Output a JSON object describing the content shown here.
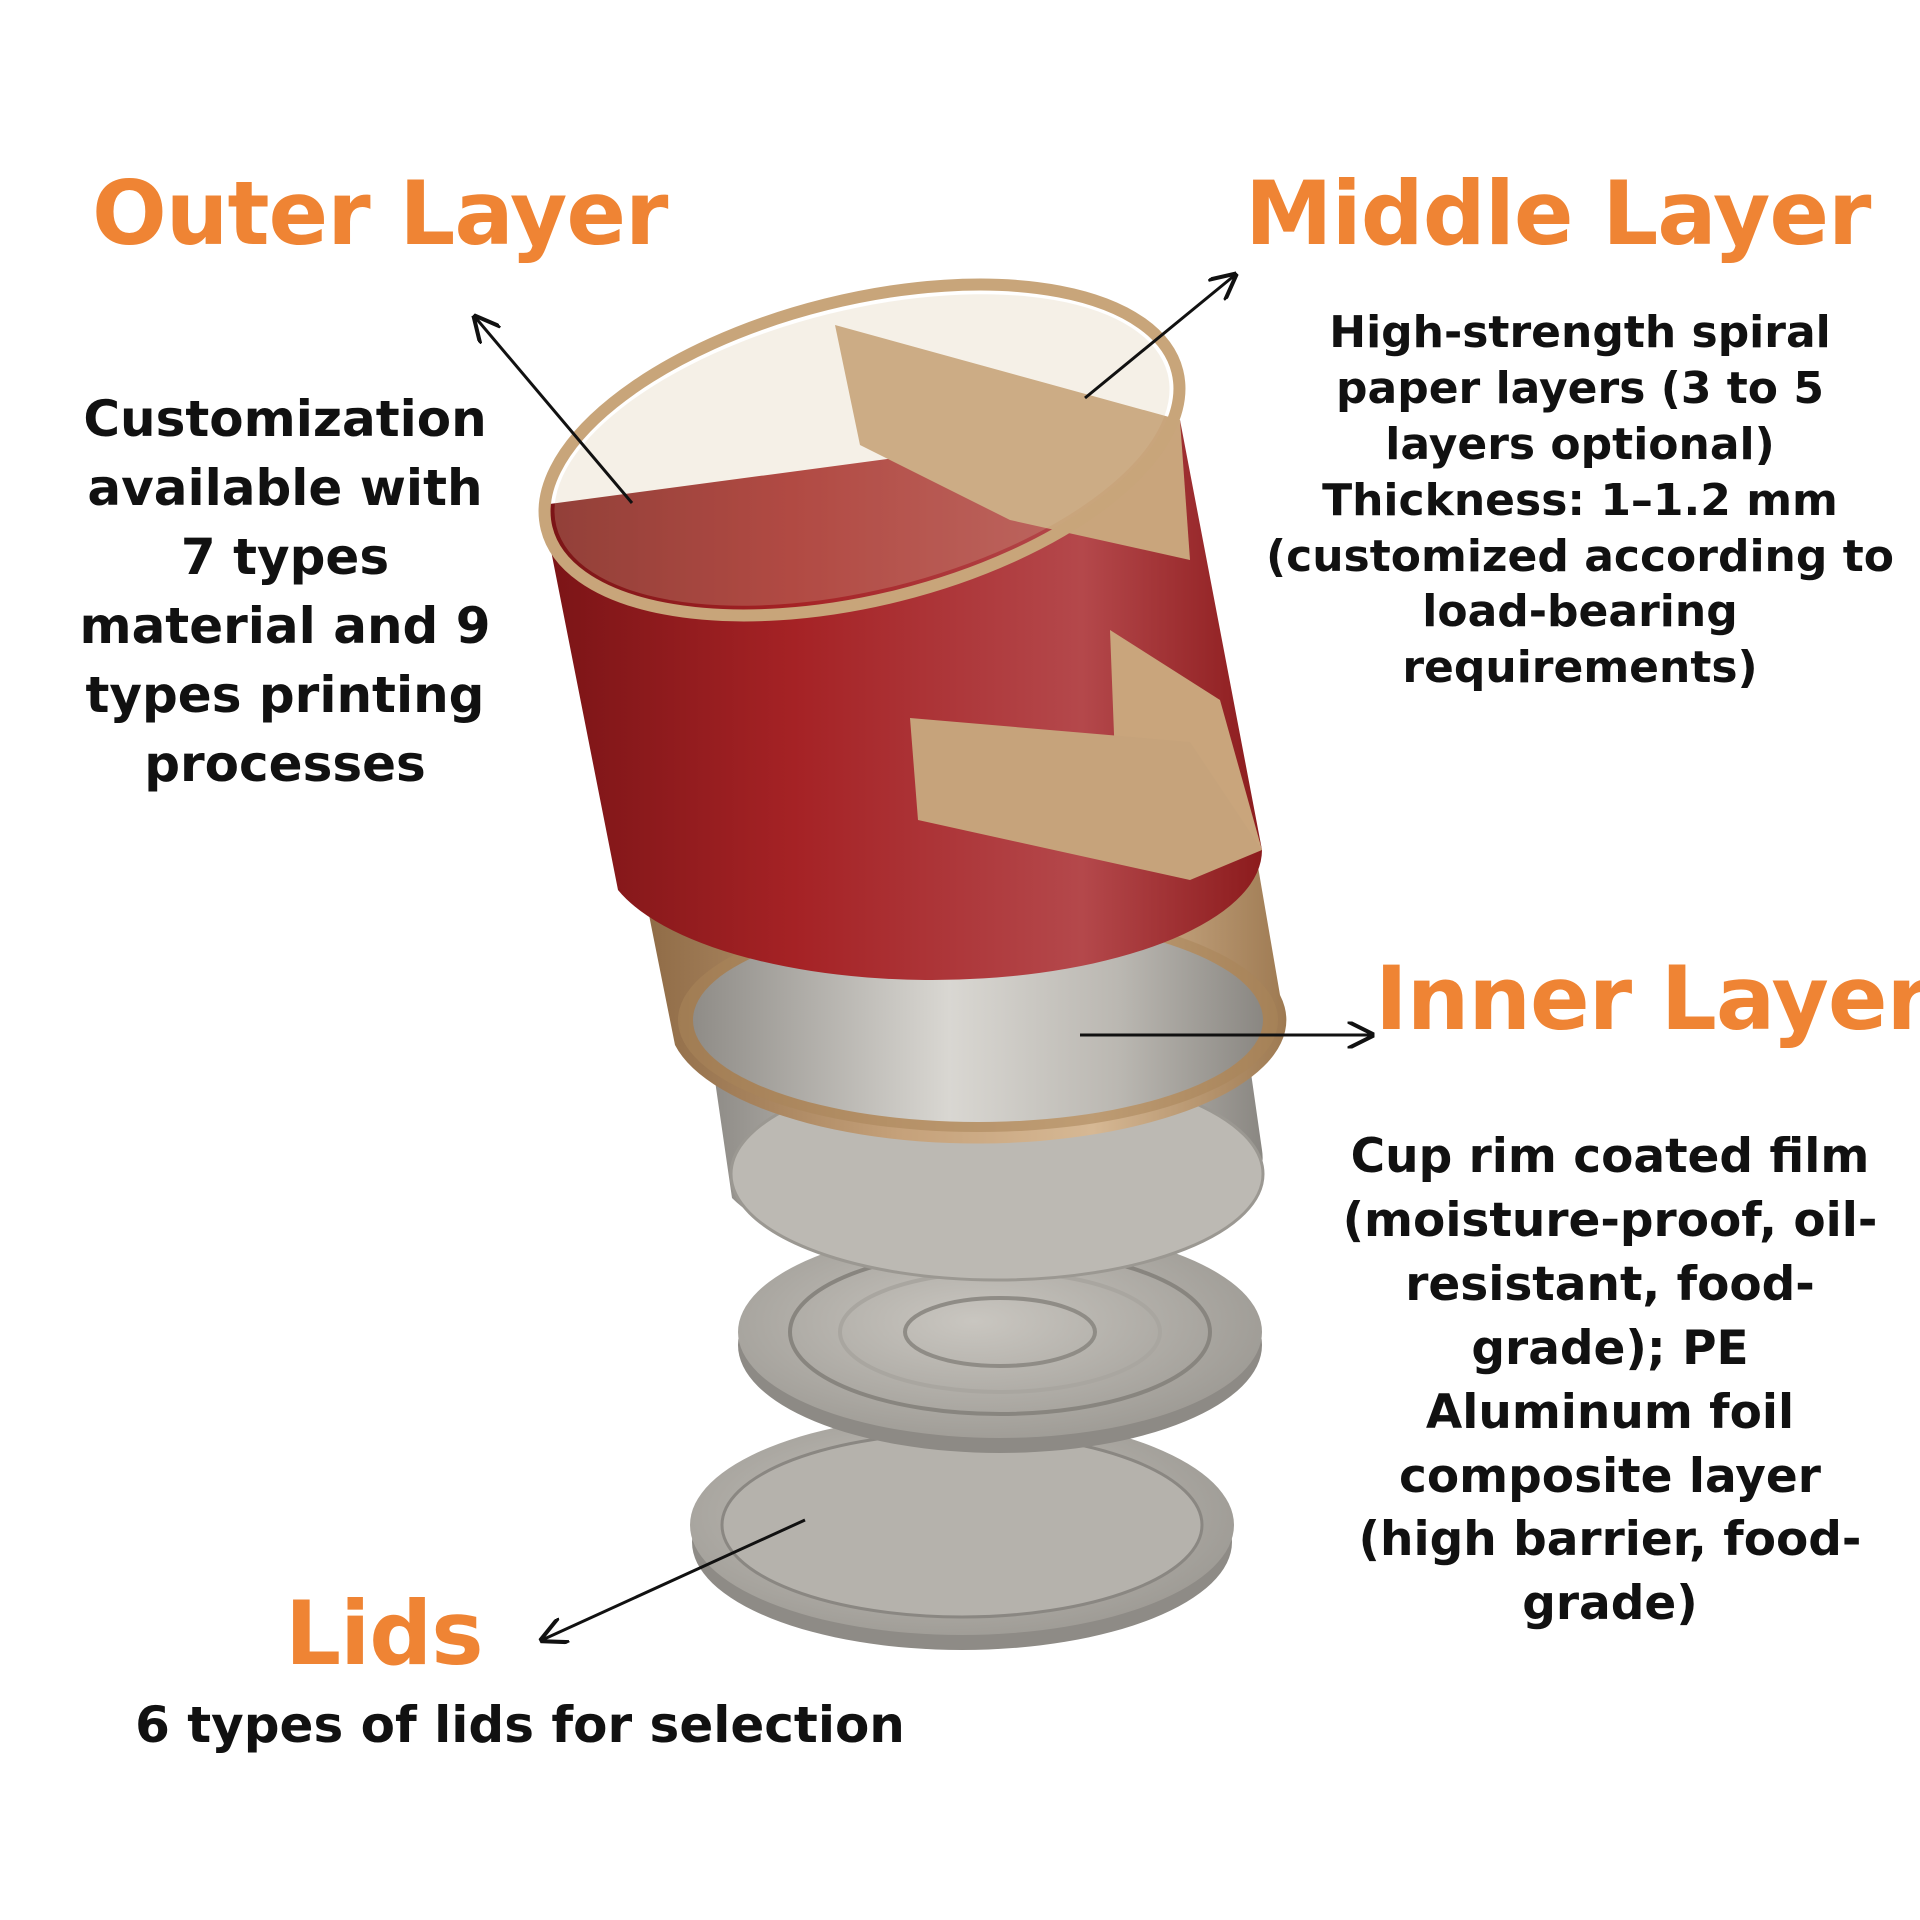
{
  "outer_layer": {
    "title": "Outer Layer",
    "lines": [
      "Customization",
      "available with",
      "7 types",
      "material and 9",
      "types printing",
      "processes"
    ]
  },
  "middle_layer": {
    "title": "Middle Layer",
    "lines": [
      "High-strength spiral",
      "paper layers (3 to 5",
      "layers optional)",
      "Thickness: 1–1.2 mm",
      "(customized according to",
      "load-bearing",
      "requirements)"
    ]
  },
  "inner_layer": {
    "title": "Inner Layer",
    "lines": [
      "Cup rim coated film",
      "(moisture-proof, oil-",
      "resistant, food-",
      "grade); PE",
      "Aluminum foil",
      "composite layer",
      "(high barrier, food-",
      "grade)"
    ]
  },
  "lids": {
    "title": "Lids",
    "description": "6 types of lids for selection"
  },
  "colors": {
    "heading": "#ef8434",
    "text": "#111111",
    "outer_red": "#a32023",
    "kraft": "#c9a57c",
    "metal": "#bdbab4"
  }
}
